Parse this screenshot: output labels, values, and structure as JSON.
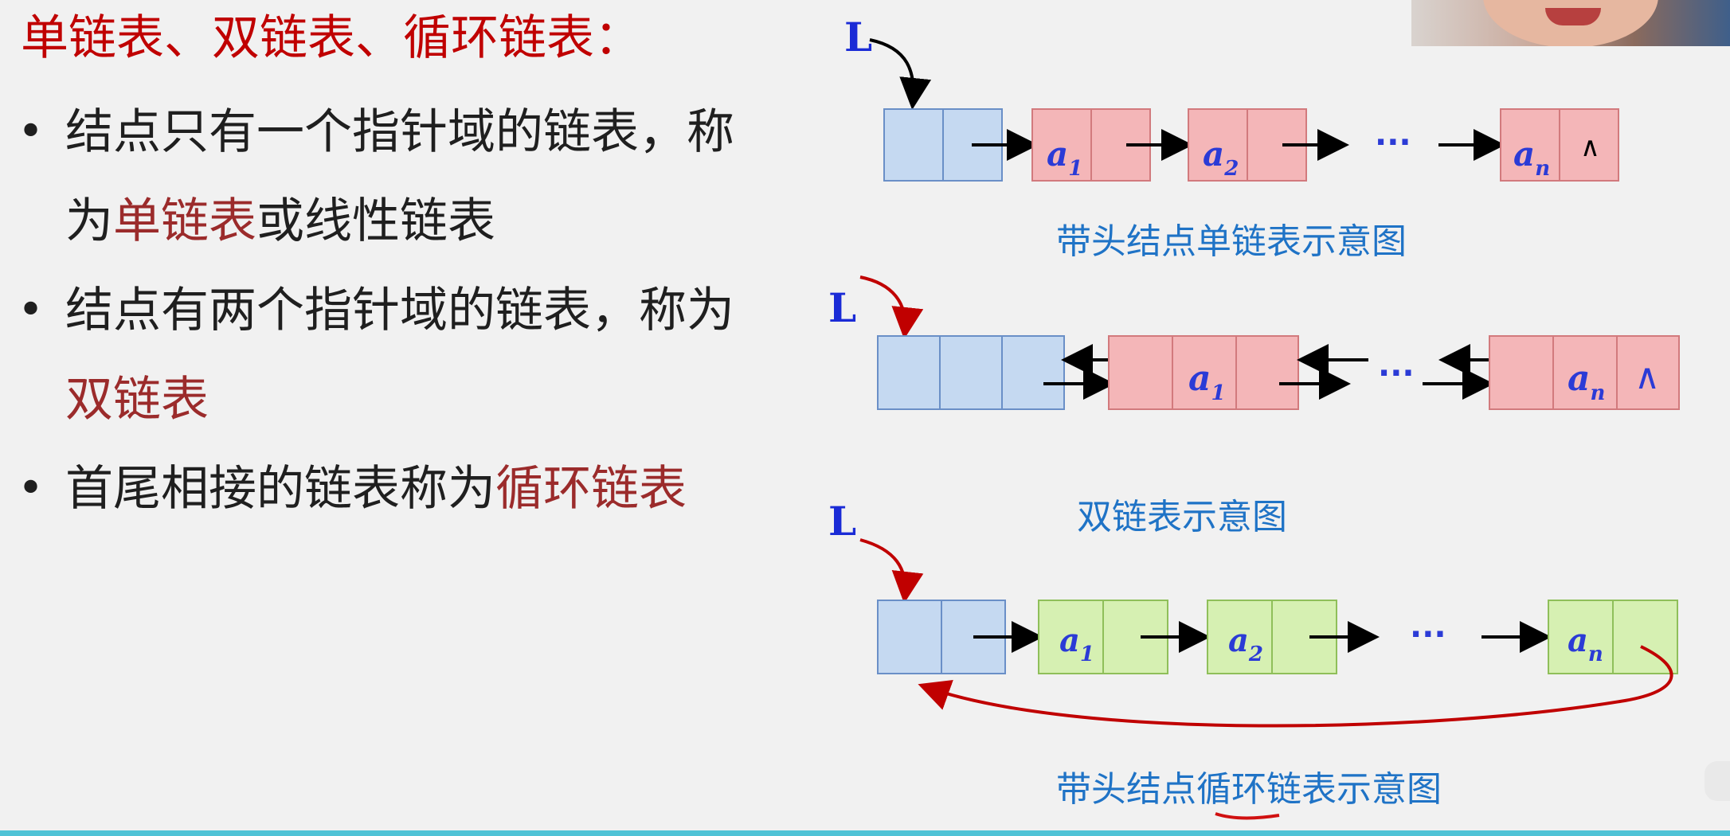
{
  "title": "单链表、双链表、循环链表：",
  "bullets": [
    {
      "parts": [
        {
          "t": "结点只有一个指针域的链表，称",
          "hl": false
        }
      ],
      "line2": [
        {
          "t": "为",
          "hl": false
        },
        {
          "t": "单链表",
          "hl": true
        },
        {
          "t": "或线性链表",
          "hl": false
        }
      ]
    },
    {
      "parts": [
        {
          "t": "结点有两个指针域的链表，称为",
          "hl": false
        }
      ],
      "line2": [
        {
          "t": "双链表",
          "hl": true
        }
      ]
    },
    {
      "parts": [
        {
          "t": "首尾相接的链表称为",
          "hl": false
        },
        {
          "t": "循环链表",
          "hl": true
        }
      ],
      "line2": []
    }
  ],
  "diagrams": {
    "single": {
      "head_label": "L",
      "caption": "带头结点单链表示意图",
      "nodes": [
        {
          "var": "a",
          "sub": "1"
        },
        {
          "var": "a",
          "sub": "2"
        },
        {
          "var": "a",
          "sub": "n",
          "null_symbol": "∧"
        }
      ],
      "ellipsis": "···"
    },
    "double": {
      "head_label": "L",
      "caption": "双链表示意图",
      "nodes": [
        {
          "var": "a",
          "sub": "1"
        },
        {
          "var": "a",
          "sub": "n",
          "null_symbol": "∧"
        }
      ],
      "ellipsis": "···"
    },
    "circular": {
      "head_label": "L",
      "caption": "带头结点循环链表示意图",
      "nodes": [
        {
          "var": "a",
          "sub": "1"
        },
        {
          "var": "a",
          "sub": "2"
        },
        {
          "var": "a",
          "sub": "n"
        }
      ],
      "ellipsis": "···"
    }
  },
  "colors": {
    "title": "#c00000",
    "highlight": "#9b2b2b",
    "head_node_fill": "#c5d9f1",
    "red_node_fill": "#f4b6b8",
    "green_node_fill": "#d6f0b2",
    "caption": "#1f73c6",
    "curve_arrow": "#c00000"
  }
}
